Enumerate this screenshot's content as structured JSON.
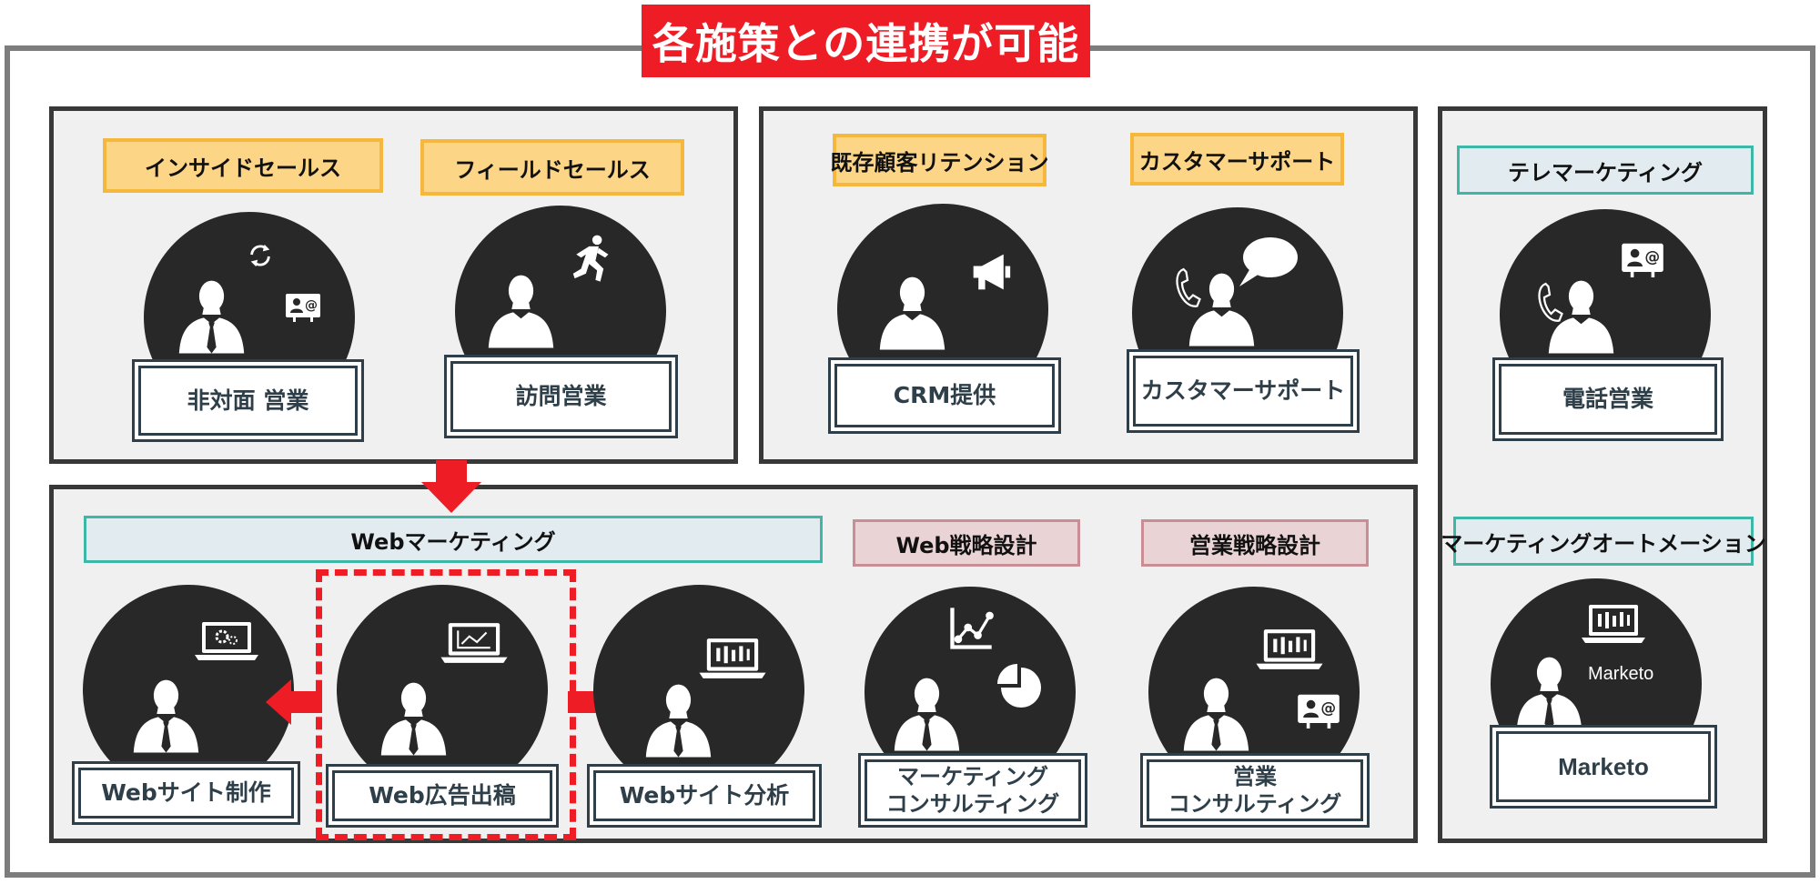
{
  "title": "各施策との連携が可能",
  "groups": {
    "sales": {
      "labels": [
        "インサイドセールス",
        "フィールドセールス"
      ],
      "items": [
        "非対面 営業",
        "訪問営業"
      ]
    },
    "support": {
      "labels": [
        "既存顧客リテンション",
        "カスタマーサポート"
      ],
      "items": [
        "CRM提供",
        "カスタマーサポート"
      ]
    },
    "tele": {
      "label": "テレマーケティング",
      "item": "電話営業"
    },
    "ma": {
      "label": "マーケティングオートメーション",
      "item": "Marketo",
      "screen_text": "Marketo"
    },
    "web": {
      "labels": [
        "Webマーケティング",
        "Web戦略設計",
        "営業戦略設計"
      ],
      "items": [
        "Webサイト制作",
        "Web広告出稿",
        "Webサイト分析",
        "マーケティング\nコンサルティング",
        "営業\nコンサルティング"
      ]
    }
  },
  "colors": {
    "accent_red": "#ee1c25",
    "orange_fill": "#fcd587",
    "teal_border": "#3eb7a6",
    "pink_fill": "#ead3d5",
    "navy_text": "#2e3f49",
    "circle": "#282828"
  },
  "icons": [
    "person-icon",
    "refresh-icon",
    "contact-card-icon",
    "running-person-icon",
    "megaphone-icon",
    "phone-icon",
    "speech-bubble-icon",
    "laptop-icon",
    "line-chart-icon",
    "pie-chart-icon"
  ]
}
